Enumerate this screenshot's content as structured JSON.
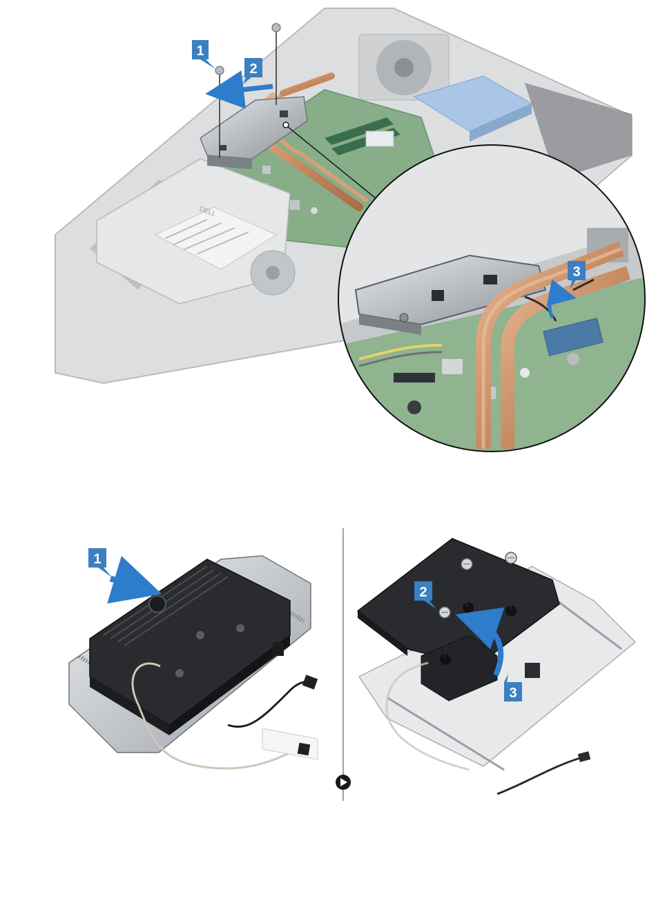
{
  "figure_top": {
    "callouts": [
      {
        "id": "step-1",
        "label": "1"
      },
      {
        "id": "step-2",
        "label": "2"
      },
      {
        "id": "step-3",
        "label": "3"
      }
    ],
    "sticker_brand": "DELL"
  },
  "figure_bottom": {
    "left_callouts": [
      {
        "id": "step-1",
        "label": "1"
      }
    ],
    "right_callouts": [
      {
        "id": "step-2",
        "label": "2"
      },
      {
        "id": "step-3",
        "label": "3"
      }
    ],
    "continue_icon": "play-circle-icon"
  },
  "colors": {
    "callout_blue": "#3c7fc2",
    "arrow_blue": "#2e7ccc",
    "board_green": "#6d9b6e",
    "copper": "#c9926a",
    "metal": "#c9ccd0",
    "dark_plastic": "#2a2b2e",
    "chassis_gray": "#d6d8da"
  }
}
